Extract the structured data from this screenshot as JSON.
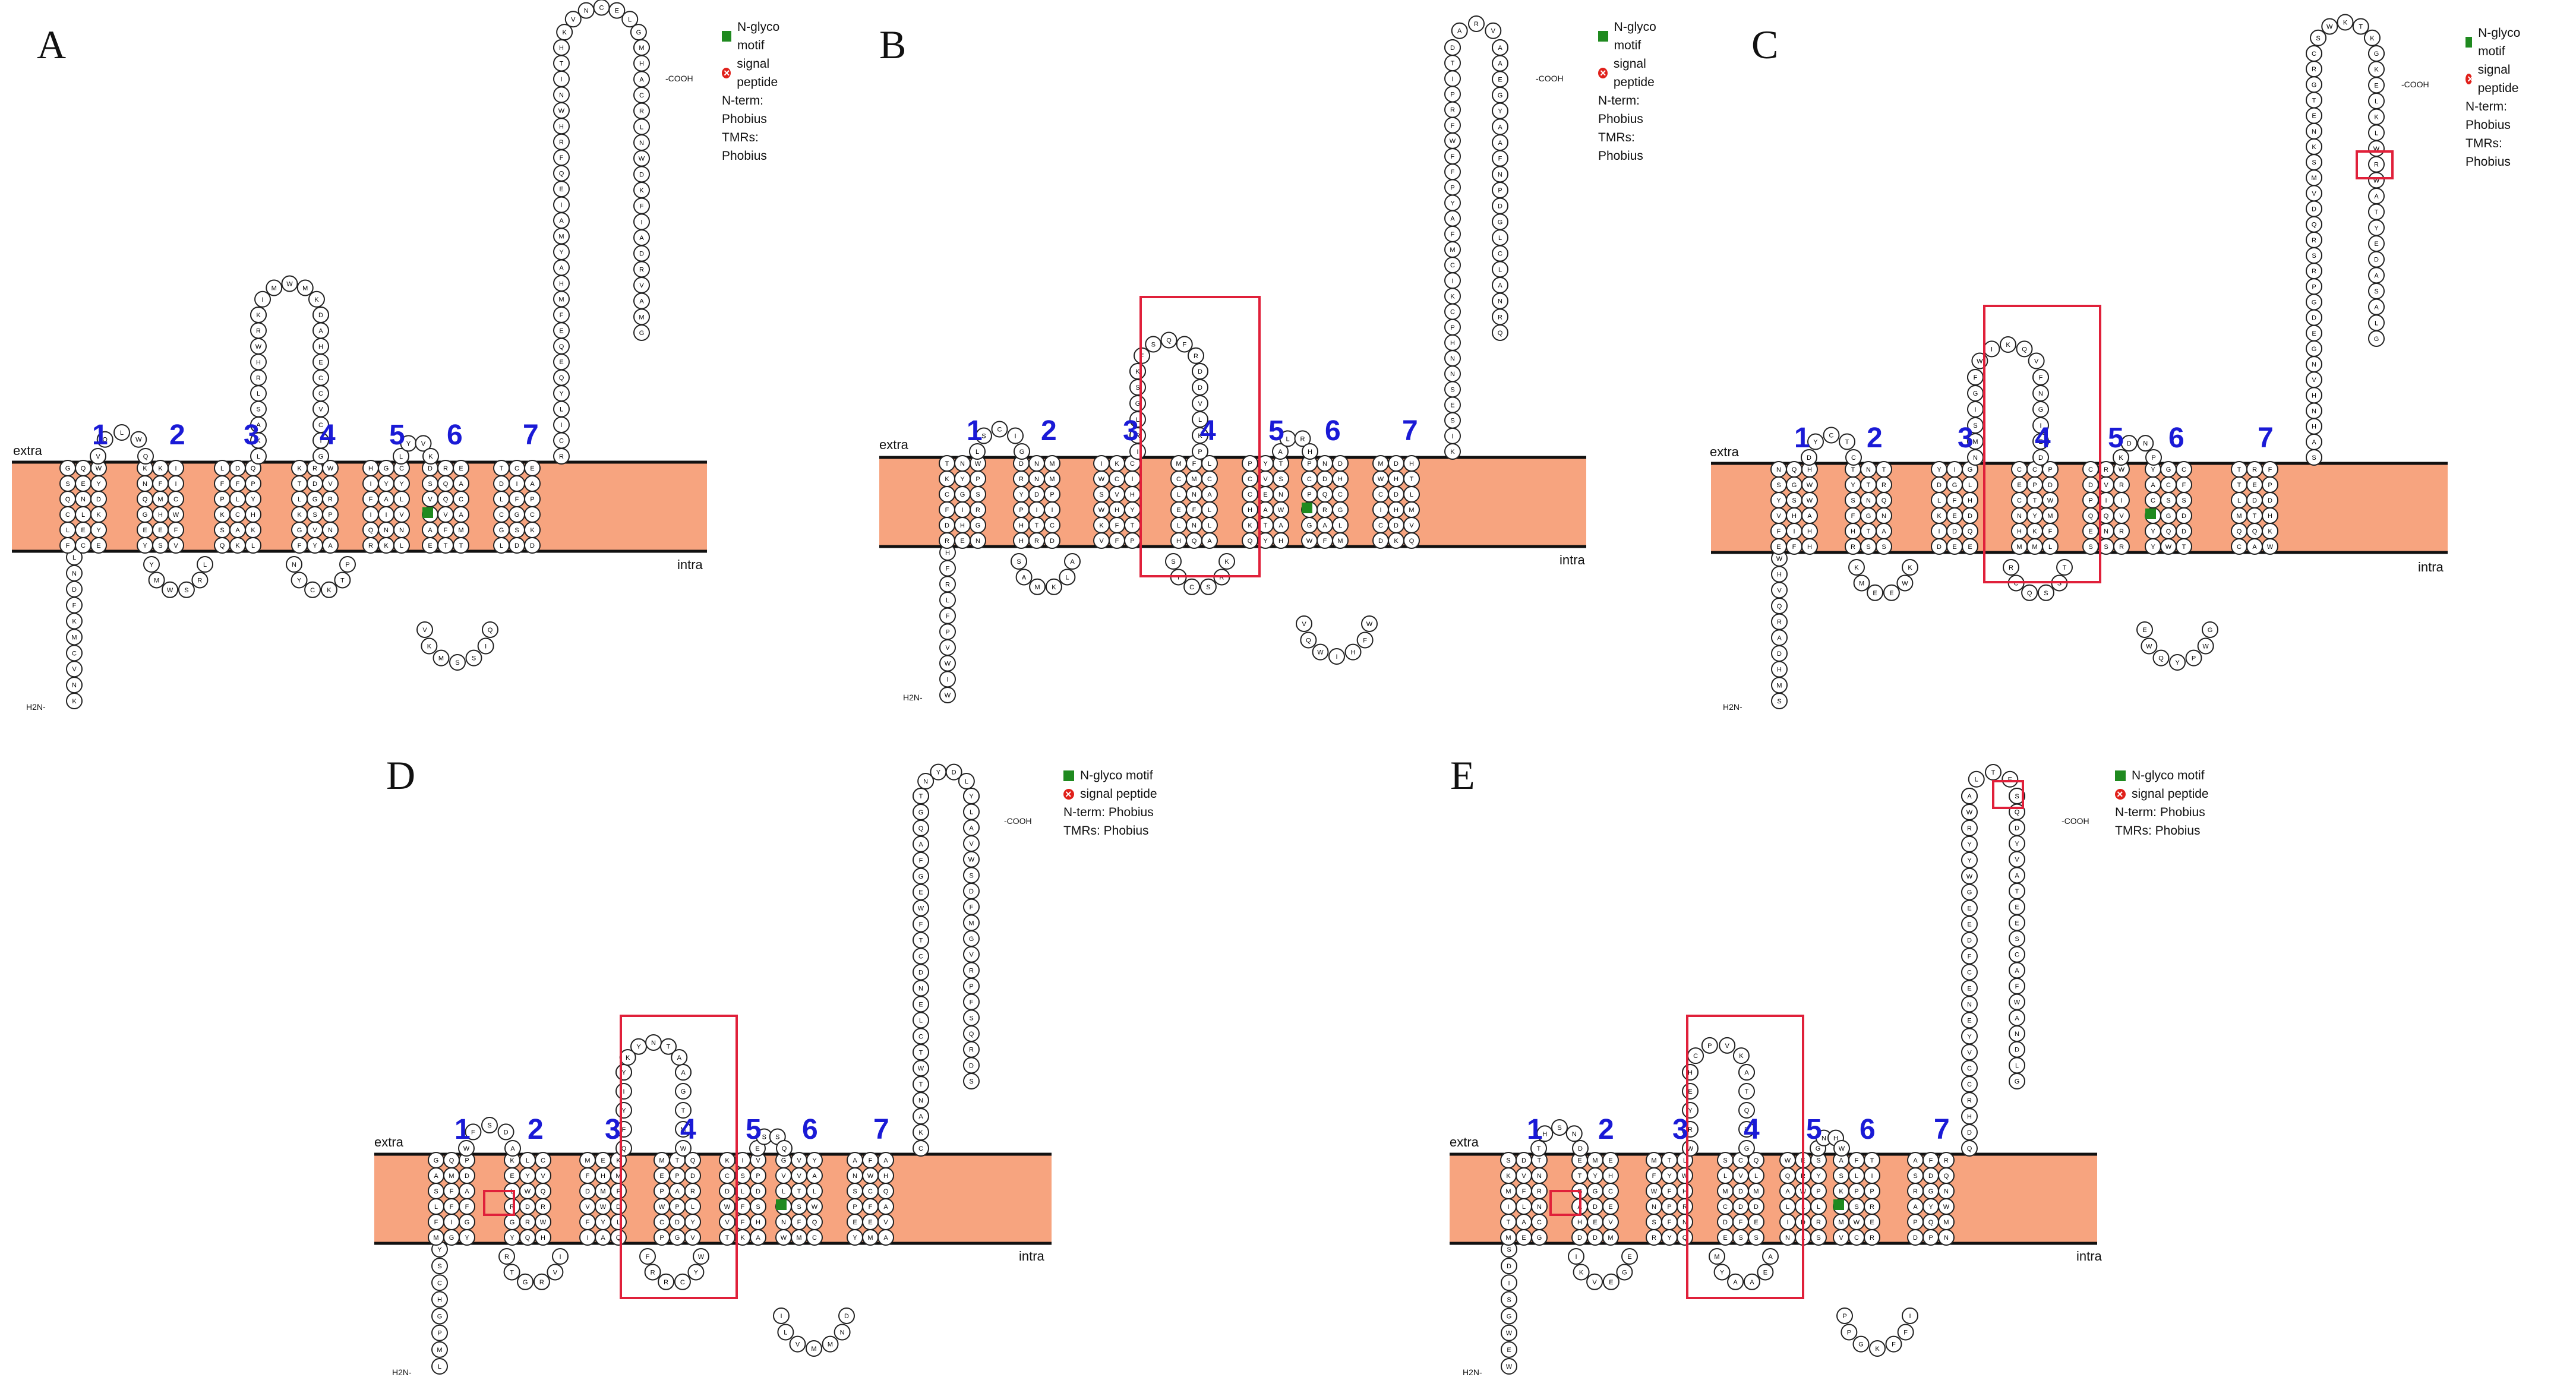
{
  "legend": {
    "nglyco": "N-glyco motif",
    "signal": "signal peptide",
    "nterm": "N-term: Phobius",
    "tmrs": "TMRs: Phobius"
  },
  "labels": {
    "extra": "extra",
    "intra": "intra",
    "nterm": "H2N-",
    "cterm": "-COOH"
  },
  "colors": {
    "membrane": "#f7a47f",
    "membrane_edge": "#111111",
    "highlight": "#e0203a",
    "tm_number": "#1a1ad6",
    "glyco": "#1f8a1f"
  },
  "panels": [
    {
      "id": "A",
      "letter": "A",
      "tm_numbers": [
        "1",
        "2",
        "3",
        "4",
        "5",
        "6",
        "7"
      ],
      "highlight_boxes": []
    },
    {
      "id": "B",
      "letter": "B",
      "tm_numbers": [
        "1",
        "2",
        "3",
        "4",
        "5",
        "6",
        "7"
      ],
      "highlight_boxes": [
        "tm3-tm4 loop"
      ]
    },
    {
      "id": "C",
      "letter": "C",
      "tm_numbers": [
        "1",
        "2",
        "3",
        "4",
        "5",
        "6",
        "7"
      ],
      "highlight_boxes": [
        "tm3-tm4 loop",
        "C-terminal residue"
      ]
    },
    {
      "id": "D",
      "letter": "D",
      "tm_numbers": [
        "1",
        "2",
        "3",
        "4",
        "5",
        "6",
        "7"
      ],
      "highlight_boxes": [
        "tm3-tm4 loop",
        "TM1 residue"
      ]
    },
    {
      "id": "E",
      "letter": "E",
      "tm_numbers": [
        "1",
        "2",
        "3",
        "4",
        "5",
        "6",
        "7"
      ],
      "highlight_boxes": [
        "tm3-tm4 loop",
        "TM1 residue",
        "extracellular loop residue"
      ]
    }
  ]
}
